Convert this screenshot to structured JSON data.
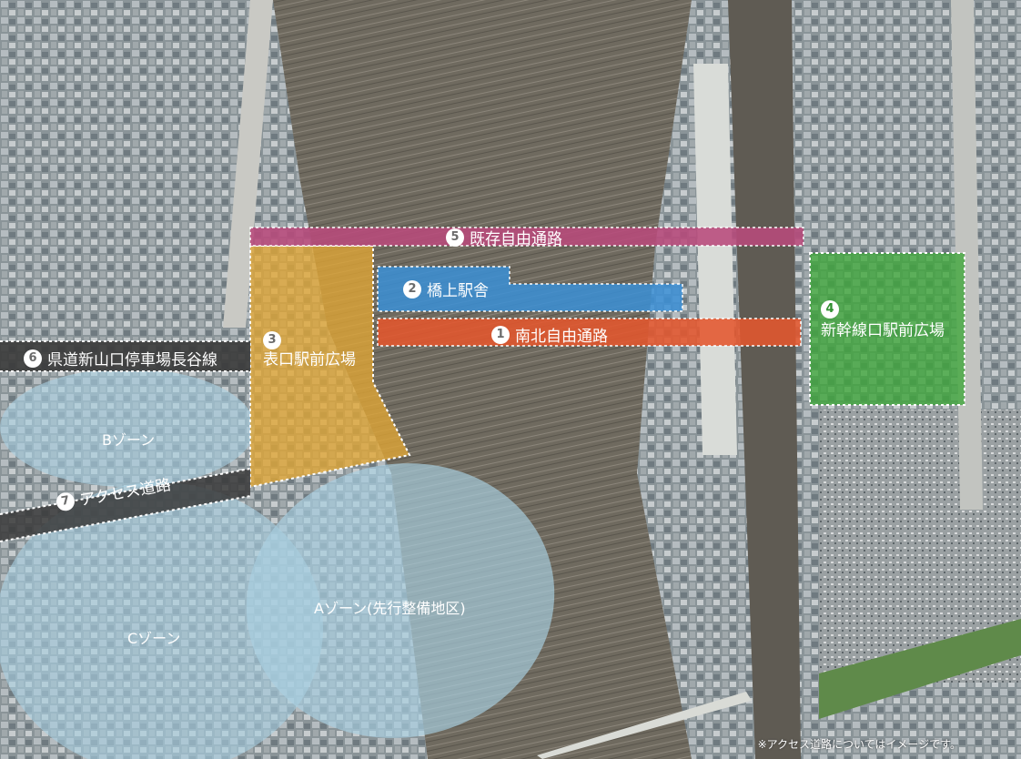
{
  "labels": {
    "l1": {
      "num": "1",
      "text": "南北自由通路"
    },
    "l2": {
      "num": "2",
      "text": "橋上駅舎"
    },
    "l3": {
      "num": "3",
      "text": "表口駅前広場"
    },
    "l4": {
      "num": "4",
      "text": "新幹線口駅前広場"
    },
    "l5": {
      "num": "5",
      "text": "既存自由通路"
    },
    "l6": {
      "num": "6",
      "text": "県道新山口停車場長谷線"
    },
    "l7": {
      "num": "7",
      "text": "アクセス道路"
    }
  },
  "zones": {
    "a": "Aゾーン(先行整備地区)",
    "b": "Bゾーン",
    "c": "Cゾーン"
  },
  "note": "※アクセス道路についてはイメージです。",
  "colors": {
    "l1": "#e4572e",
    "l2": "#3b8fd6",
    "l3": "#e2a634",
    "l4": "#3ea63a",
    "l5": "#b84a7b",
    "road": "#3a3a3a",
    "zone": "#a8cfe0"
  }
}
